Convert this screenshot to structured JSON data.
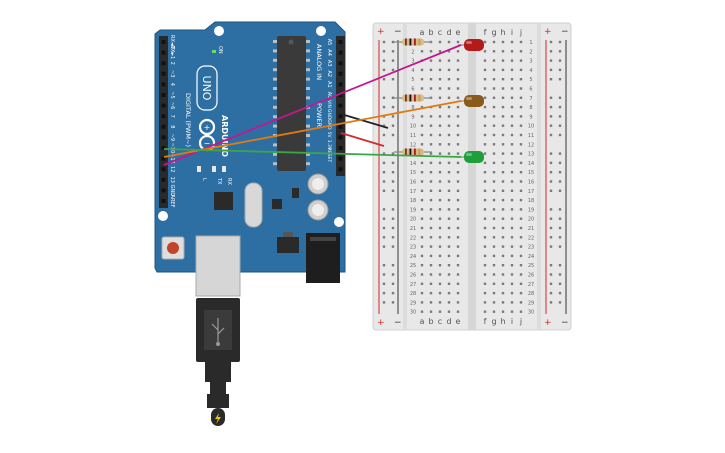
{
  "arduino": {
    "brand": "ARDUINO",
    "model": "UNO",
    "on_label": "ON",
    "tx_label": "TX",
    "rx_label": "RX",
    "l_label": "L",
    "digital_label": "DIGITAL (PWM~)",
    "analog_label": "ANALOG IN",
    "power_label": "POWER",
    "digital_pins": [
      "RX◄0",
      "TX►1",
      "2",
      "~3",
      "4",
      "~5",
      "~6",
      "7",
      "8",
      "~9",
      "~10",
      "~11",
      "12",
      "13",
      "GND",
      "AREF"
    ],
    "analog_pins": [
      "A0",
      "A1",
      "A2",
      "A3",
      "A4",
      "A5"
    ],
    "power_pins": [
      "VIN",
      "GND",
      "GND",
      "5V",
      "3.3V",
      "RESET"
    ],
    "board_color": "#2d6fa3"
  },
  "breadboard": {
    "col_left": [
      "a",
      "b",
      "c",
      "d",
      "e"
    ],
    "col_right": [
      "f",
      "g",
      "h",
      "i",
      "j"
    ],
    "rows": 30,
    "plus": "+",
    "minus": "−"
  },
  "components": {
    "led_colors": [
      "#b31b1b",
      "#8a5a1c",
      "#1f9e3a"
    ],
    "wire_colors": {
      "magenta": "#c2188f",
      "orange": "#e07b12",
      "green": "#3aa645",
      "black": "#222222",
      "red": "#d12a2a"
    }
  },
  "usb": {
    "icon": "lightning-icon"
  }
}
